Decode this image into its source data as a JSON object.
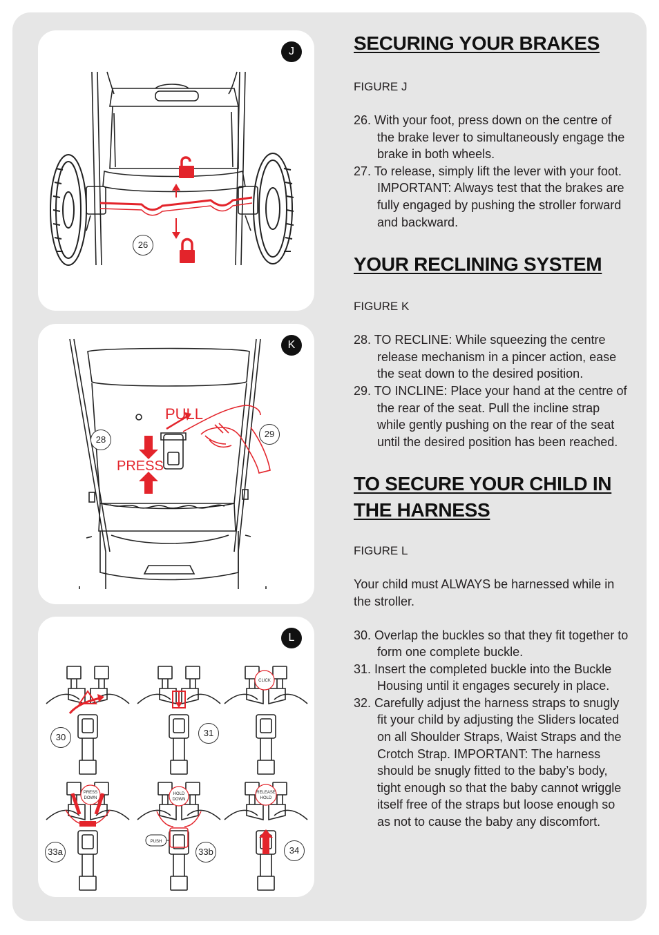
{
  "figures": {
    "j": {
      "badge": "J",
      "steps": [
        "26"
      ]
    },
    "k": {
      "badge": "K",
      "steps": [
        "28",
        "29"
      ],
      "pull_label": "PULL",
      "press_label": "PRESS"
    },
    "l": {
      "badge": "L",
      "steps": [
        "30",
        "31",
        "33a",
        "33b",
        "34"
      ],
      "callouts": {
        "click": "CLICK",
        "press_down": [
          "PRESS",
          "DOWN"
        ],
        "hold_down": [
          "HOLD",
          "DOWN"
        ],
        "push": "PUSH",
        "release_hold": [
          "RELEASE",
          "HOLD"
        ]
      }
    }
  },
  "sections": {
    "brakes": {
      "title": "SECURING YOUR BRAKES",
      "figure": "FIGURE J",
      "steps": [
        "26. With your foot, press down on the centre of the brake lever to simultaneously engage the brake in both wheels.",
        "27. To release, simply lift the lever with your foot. IMPORTANT: Always test that the brakes are fully engaged by pushing the stroller forward and backward."
      ]
    },
    "recline": {
      "title": "YOUR RECLINING SYSTEM",
      "figure": "FIGURE K",
      "steps": [
        "28. TO RECLINE: While squeezing the centre release mechanism in a pincer action, ease the seat down to the desired position.",
        "29. TO INCLINE: Place your hand at the centre of the rear of the seat. Pull the incline strap while gently pushing on the rear of the seat until the desired position has been reached."
      ]
    },
    "harness": {
      "title_line1": "TO SECURE YOUR CHILD IN ",
      "title_line2": "THE HARNESS",
      "figure": "FIGURE L",
      "intro": "Your child must ALWAYS be harnessed while in the stroller.",
      "steps": [
        "30. Overlap the buckles so that they fit together to form one complete buckle.",
        "31. Insert the completed buckle into the Buckle Housing until it engages securely in place.",
        "32. Carefully adjust the harness straps to snugly fit your child by adjusting the Sliders located on all Shoulder Straps, Waist Straps and the Crotch Strap. IMPORTANT: The harness should be snugly fitted to the baby’s body, tight enough so that the baby cannot wriggle itself free of the straps but loose enough so as not to cause the baby any discomfort."
      ]
    }
  },
  "colors": {
    "accent": "#e3242b",
    "panel_bg": "#e6e6e6",
    "ink": "#231f20"
  }
}
